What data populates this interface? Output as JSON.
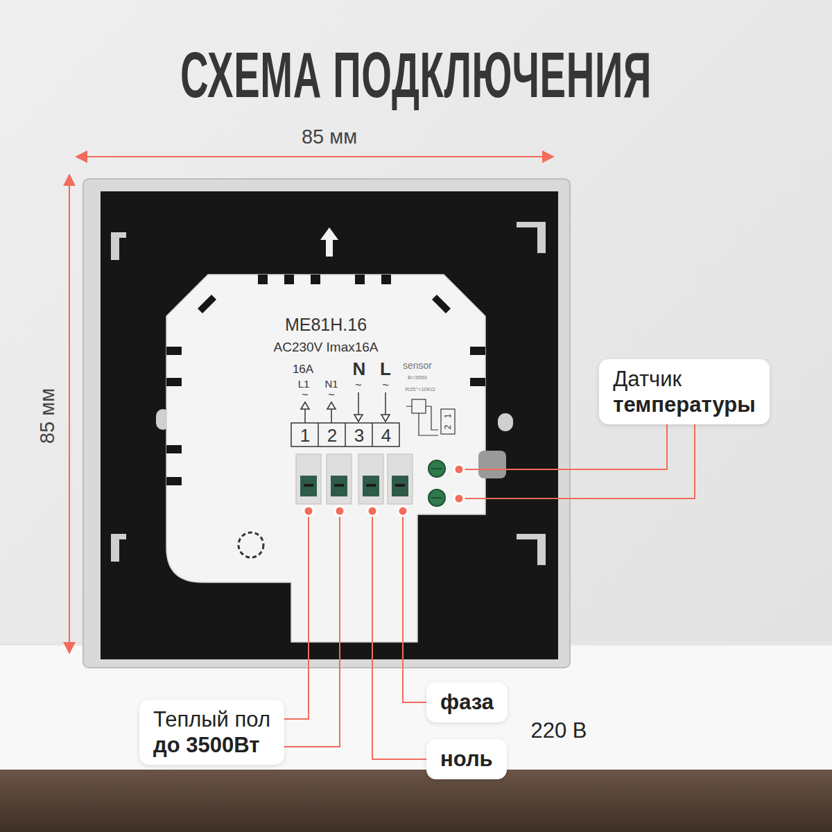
{
  "diagram": {
    "title": "СХЕМА ПОДКЛЮЧЕНИЯ",
    "nodes": [
      {
        "text": [
          "Датчик",
          "температуры"
        ]
      },
      {
        "text": [
          "Теплый пол",
          "до 3500Вт"
        ]
      },
      {
        "text": [
          "фаза"
        ]
      },
      {
        "text": [
          "ноль"
        ]
      }
    ],
    "labels": [
      "85 мм",
      "85 мм",
      "ME81H.16",
      "AC230V Imax16A",
      "16A",
      "N",
      "L",
      "sensor",
      "B=3950",
      "R25°=10KΩ",
      "L1",
      "N1",
      "~",
      "~",
      "~",
      "~",
      "1",
      "2",
      "3",
      "4",
      "1",
      "2",
      "220 В"
    ]
  }
}
